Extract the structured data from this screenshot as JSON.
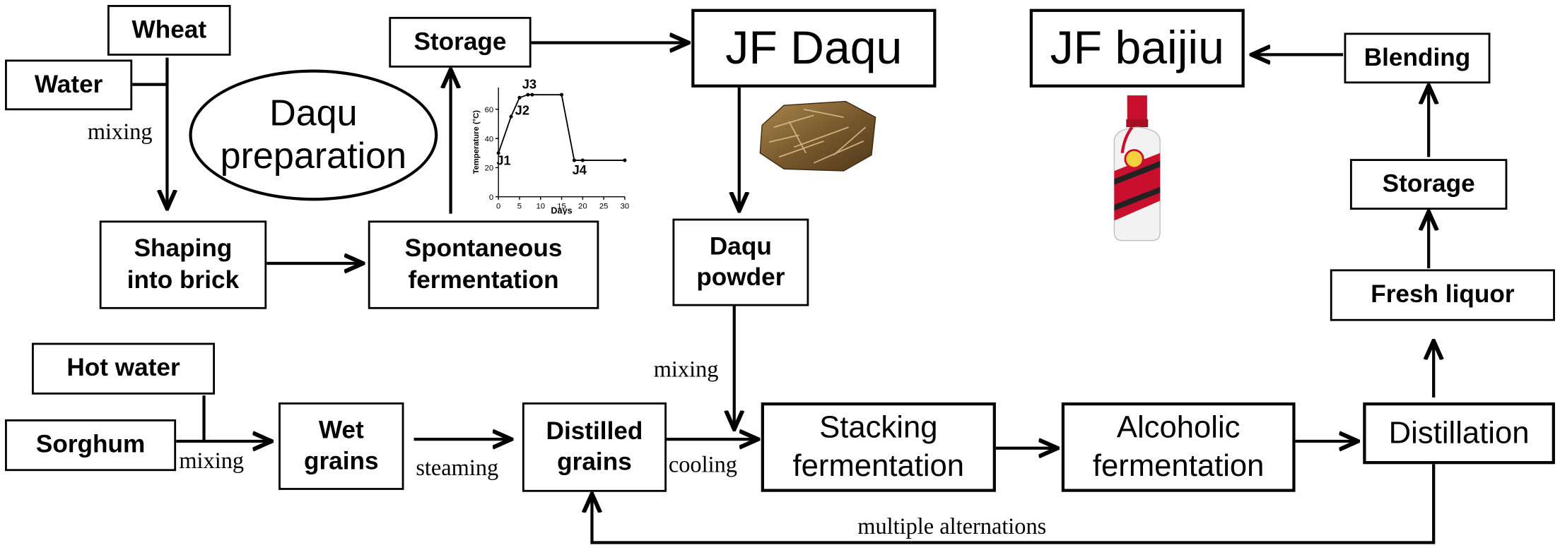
{
  "nodes": {
    "wheat": "Wheat",
    "water": "Water",
    "storage_top": "Storage",
    "jf_daqu": "JF Daqu",
    "jf_baijiu": "JF baijiu",
    "blending": "Blending",
    "daqu_preparation": "Daqu\npreparation",
    "shaping": "Shaping\ninto brick",
    "spontaneous": "Spontaneous\nfermentation",
    "daqu_powder": "Daqu\npowder",
    "storage_right": "Storage",
    "fresh_liquor": "Fresh liquor",
    "hot_water": "Hot water",
    "sorghum": "Sorghum",
    "wet_grains": "Wet\ngrains",
    "distilled_grains": "Distilled\ngrains",
    "stacking": "Stacking\nfermentation",
    "alcoholic": "Alcoholic\nfermentation",
    "distillation": "Distillation"
  },
  "edge_labels": {
    "mixing_top": "mixing",
    "mixing_daqu": "mixing",
    "mixing_bottom": "mixing",
    "steaming": "steaming",
    "cooling": "cooling",
    "multiple_alternations": "multiple alternations"
  },
  "inset_chart": {
    "chart_data": {
      "type": "line",
      "xlabel": "Days",
      "ylabel": "Temperature (°C)",
      "x_ticks": [
        "0",
        "5",
        "10",
        "15",
        "20",
        "25",
        "30"
      ],
      "y_ticks": [
        "0",
        "20",
        "40",
        "60"
      ],
      "xlim": [
        0,
        30
      ],
      "ylim": [
        0,
        75
      ],
      "series": [
        {
          "x": [
            0,
            3,
            5,
            7,
            8,
            15,
            18,
            20,
            30
          ],
          "y": [
            30,
            55,
            68,
            70,
            70,
            70,
            25,
            25,
            25
          ]
        }
      ],
      "annotations": [
        {
          "text": "J1",
          "x": 0,
          "y": 30
        },
        {
          "text": "J2",
          "x": 3,
          "y": 55
        },
        {
          "text": "J3",
          "x": 8,
          "y": 70
        },
        {
          "text": "J4",
          "x": 18,
          "y": 25
        }
      ]
    }
  },
  "colors": {
    "line": "#000000",
    "bottle_red": "#c8102e",
    "bottle_white": "#f2f2f2",
    "daqu_brown": "#7a5a2e"
  }
}
